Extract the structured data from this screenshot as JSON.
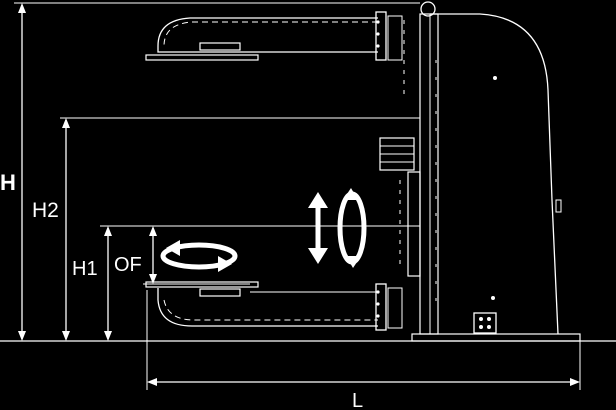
{
  "diagram": {
    "labels": {
      "h": "H",
      "h2": "H2",
      "h1": "H1",
      "of": "OF",
      "l": "L"
    },
    "colors": {
      "background": "#000000",
      "line": "#ffffff"
    },
    "icons": {
      "horizontal_rotation": "rotate-horizontal-icon",
      "vertical_rotation": "rotate-vertical-icon",
      "vertical_travel": "updown-arrow-icon"
    }
  }
}
